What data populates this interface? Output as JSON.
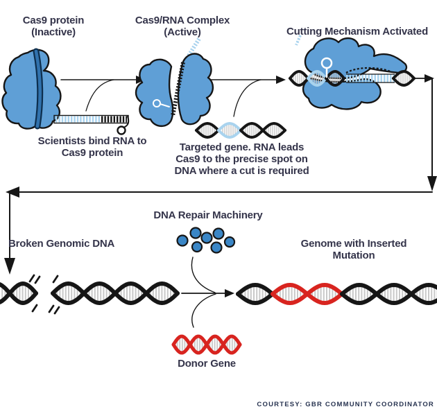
{
  "colors": {
    "cas9_blue": "#5f9fd6",
    "repair_dot_blue": "#3a86c6",
    "rna_highlight_blue": "#a9d3ee",
    "dna_dark": "#161616",
    "mutation_red": "#d8241f",
    "hatch_gray": "#c9c9c9",
    "label_ink": "#34344a",
    "credit_ink": "#273350"
  },
  "stages": {
    "cas9_inactive": "Cas9 protein (Inactive)",
    "complex_active": "Cas9/RNA Complex (Active)",
    "cutting_activated": "Cutting Mechanism Activated",
    "bind_caption": "Scientists bind RNA to Cas9 protein",
    "targeted_caption": "Targeted gene. RNA leads Cas9 to the precise spot on DNA where a cut is required",
    "broken_dna": "Broken Genomic DNA",
    "repair_machinery": "DNA Repair Machinery",
    "genome_mutation": "Genome with Inserted Mutation",
    "donor_gene": "Donor Gene"
  },
  "credit": "COURTESY: GBR COMMUNITY COORDINATOR"
}
